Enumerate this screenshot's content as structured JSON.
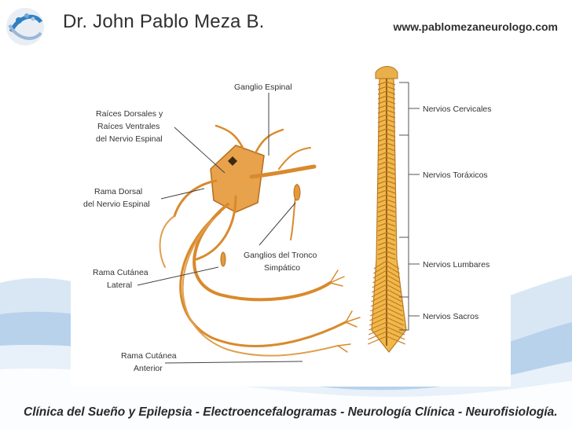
{
  "header": {
    "doctor_name": "Dr. John Pablo Meza B.",
    "website": "www.pablomezaneurologo.com",
    "logo_icon": "sphere-logo-icon"
  },
  "diagram": {
    "labels": {
      "roots_1": "Raíces Dorsales y",
      "roots_2": "Raíces Ventrales",
      "roots_3": "del Nervio Espinal",
      "ganglion": "Ganglio Espinal",
      "dorsal_1": "Rama Dorsal",
      "dorsal_2": "del Nervio Espinal",
      "sympathetic_1": "Ganglios del Tronco",
      "sympathetic_2": "Simpático",
      "lateral_1": "Rama Cutánea",
      "lateral_2": "Lateral",
      "anterior_1": "Rama Cutánea",
      "anterior_2": "Anterior"
    },
    "spine_regions": {
      "cervical": "Nervios Cervicales",
      "thoracic": "Nervios Toráxicos",
      "lumbar": "Nervios Lumbares",
      "sacral": "Nervios Sacros"
    },
    "colors": {
      "nerve": "#e39a3c",
      "nerve_dark": "#b86d1c",
      "spine": "#f0b94a",
      "line": "#444444"
    }
  },
  "footer": {
    "tagline": "Clínica del Sueño y Epilepsia - Electroencefalogramas - Neurología Clínica - Neurofisiología."
  }
}
